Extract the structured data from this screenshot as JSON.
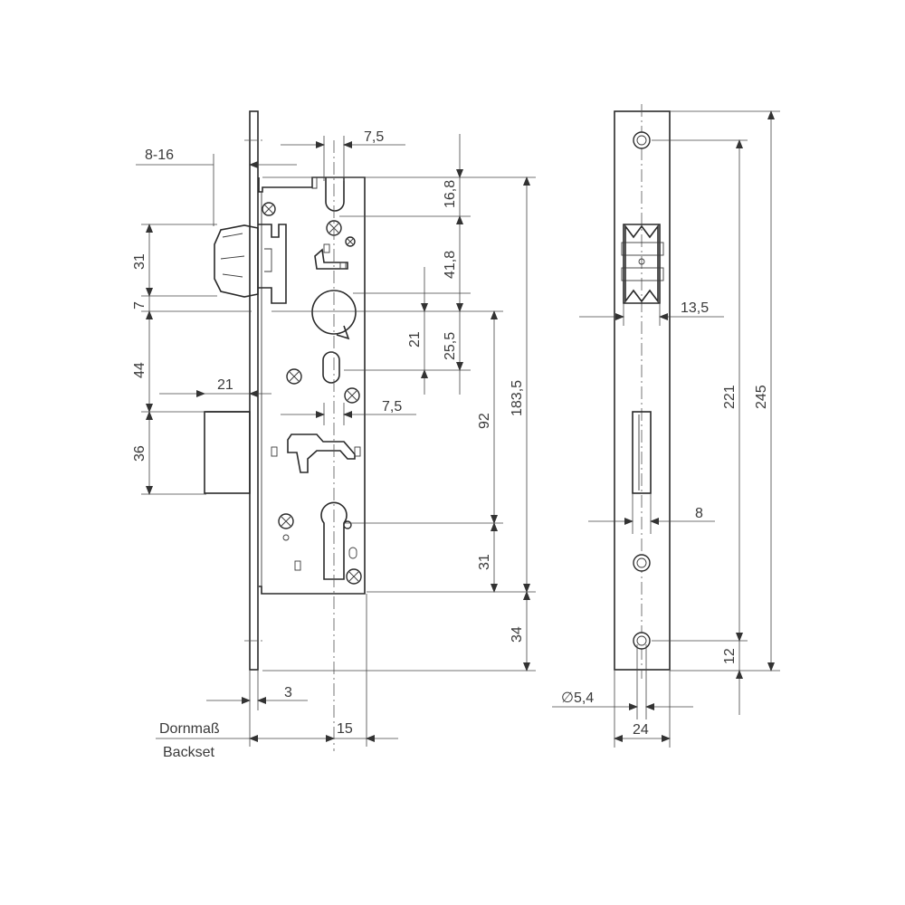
{
  "dimensions": {
    "backset_range": "8-16",
    "follower_offset_top": "7,5",
    "top_to_follower": "16,8",
    "follower_to_handle": "41,8",
    "latch_height": "31",
    "gap_latch_deadbolt": "7",
    "handle_to_slot": "21",
    "slot_height": "25,5",
    "deadbolt_gap": "44",
    "deadbolt_throw": "21",
    "follower_offset_mid": "7,5",
    "deadbolt_height": "36",
    "handle_to_cylinder": "92",
    "case_height": "183,5",
    "cylinder_to_case_bottom": "31",
    "case_bottom_to_plate_end": "34",
    "faceplate_thickness": "3",
    "backset": "15",
    "hole_offset_top": "13,5",
    "hole_spacing": "221",
    "faceplate_length": "245",
    "slot_width": "8",
    "hole_to_bottom": "12",
    "hole_diameter": "∅5,4",
    "faceplate_width": "24"
  },
  "labels": {
    "backset_de": "Dornmaß",
    "backset_en": "Backset"
  }
}
